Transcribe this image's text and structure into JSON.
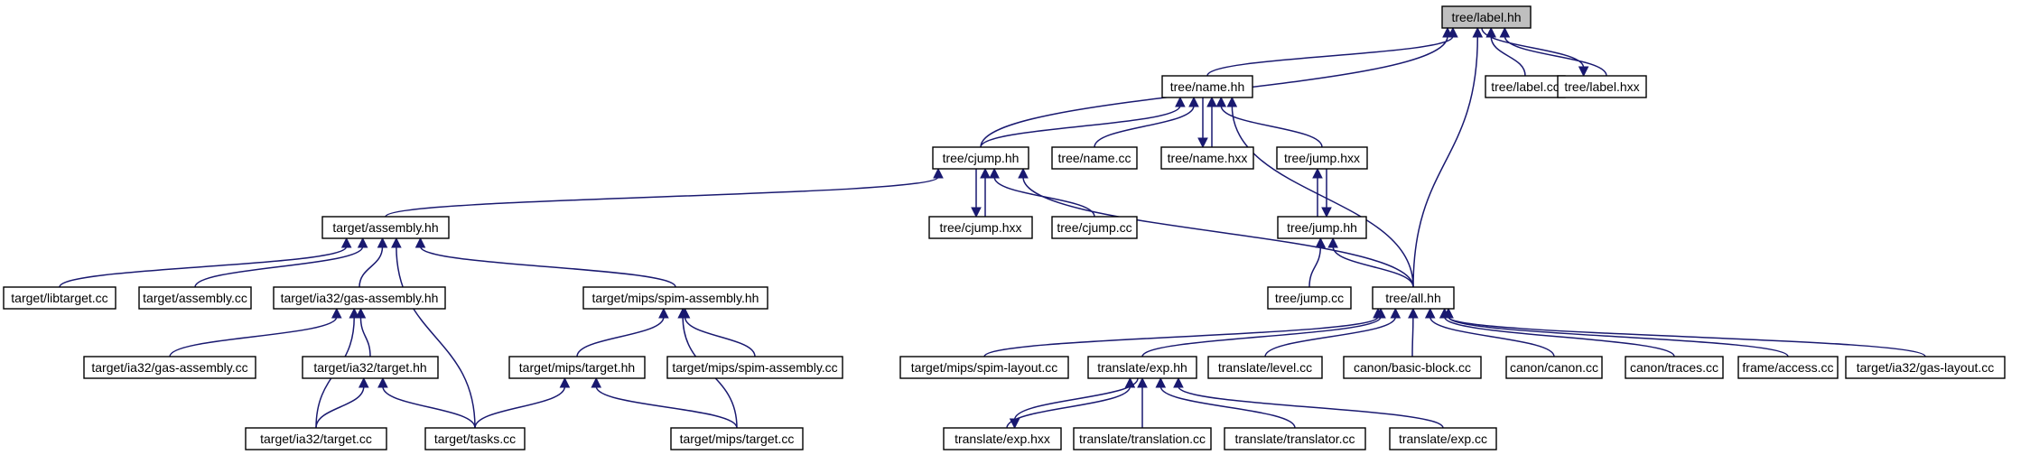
{
  "colors": {
    "edge": "#191970",
    "root_fill": "#bfbfbf",
    "node_fill": "#ffffff",
    "node_border": "#000000"
  },
  "nodes": [
    {
      "id": "label_hh",
      "label": "tree/label.hh",
      "root": true
    },
    {
      "id": "name_hh",
      "label": "tree/name.hh"
    },
    {
      "id": "label_cc",
      "label": "tree/label.cc"
    },
    {
      "id": "label_hxx",
      "label": "tree/label.hxx"
    },
    {
      "id": "cjump_hh",
      "label": "tree/cjump.hh"
    },
    {
      "id": "name_cc",
      "label": "tree/name.cc"
    },
    {
      "id": "name_hxx",
      "label": "tree/name.hxx"
    },
    {
      "id": "jump_hxx",
      "label": "tree/jump.hxx"
    },
    {
      "id": "assembly_hh",
      "label": "target/assembly.hh"
    },
    {
      "id": "cjump_hxx",
      "label": "tree/cjump.hxx"
    },
    {
      "id": "cjump_cc",
      "label": "tree/cjump.cc"
    },
    {
      "id": "jump_hh",
      "label": "tree/jump.hh"
    },
    {
      "id": "libtarget_cc",
      "label": "target/libtarget.cc"
    },
    {
      "id": "assembly_cc",
      "label": "target/assembly.cc"
    },
    {
      "id": "gas_assembly_hh",
      "label": "target/ia32/gas-assembly.hh"
    },
    {
      "id": "spim_assembly_hh",
      "label": "target/mips/spim-assembly.hh"
    },
    {
      "id": "jump_cc",
      "label": "tree/jump.cc"
    },
    {
      "id": "all_hh",
      "label": "tree/all.hh"
    },
    {
      "id": "gas_assembly_cc",
      "label": "target/ia32/gas-assembly.cc"
    },
    {
      "id": "ia32_target_hh",
      "label": "target/ia32/target.hh"
    },
    {
      "id": "mips_target_hh",
      "label": "target/mips/target.hh"
    },
    {
      "id": "spim_assembly_cc",
      "label": "target/mips/spim-assembly.cc"
    },
    {
      "id": "spim_layout_cc",
      "label": "target/mips/spim-layout.cc"
    },
    {
      "id": "exp_hh",
      "label": "translate/exp.hh"
    },
    {
      "id": "level_cc",
      "label": "translate/level.cc"
    },
    {
      "id": "basic_block_cc",
      "label": "canon/basic-block.cc"
    },
    {
      "id": "canon_cc",
      "label": "canon/canon.cc"
    },
    {
      "id": "traces_cc",
      "label": "canon/traces.cc"
    },
    {
      "id": "access_cc",
      "label": "frame/access.cc"
    },
    {
      "id": "gas_layout_cc",
      "label": "target/ia32/gas-layout.cc"
    },
    {
      "id": "ia32_target_cc",
      "label": "target/ia32/target.cc"
    },
    {
      "id": "tasks_cc",
      "label": "target/tasks.cc"
    },
    {
      "id": "mips_target_cc",
      "label": "target/mips/target.cc"
    },
    {
      "id": "exp_hxx",
      "label": "translate/exp.hxx"
    },
    {
      "id": "translation_cc",
      "label": "translate/translation.cc"
    },
    {
      "id": "translator_cc",
      "label": "translate/translator.cc"
    },
    {
      "id": "exp_cc",
      "label": "translate/exp.cc"
    }
  ],
  "edges": [
    [
      "name_hh",
      "label_hh"
    ],
    [
      "cjump_hh",
      "label_hh"
    ],
    [
      "label_cc",
      "label_hh"
    ],
    [
      "label_hxx",
      "label_hh"
    ],
    [
      "label_hh",
      "label_hxx"
    ],
    [
      "all_hh",
      "label_hh"
    ],
    [
      "cjump_hh",
      "name_hh"
    ],
    [
      "name_cc",
      "name_hh"
    ],
    [
      "name_hxx",
      "name_hh"
    ],
    [
      "name_hh",
      "name_hxx"
    ],
    [
      "jump_hxx",
      "name_hh"
    ],
    [
      "all_hh",
      "name_hh"
    ],
    [
      "cjump_hxx",
      "cjump_hh"
    ],
    [
      "cjump_hh",
      "cjump_hxx"
    ],
    [
      "cjump_cc",
      "cjump_hh"
    ],
    [
      "assembly_hh",
      "cjump_hh"
    ],
    [
      "all_hh",
      "cjump_hh"
    ],
    [
      "jump_hh",
      "jump_hxx"
    ],
    [
      "jump_hxx",
      "jump_hh"
    ],
    [
      "jump_cc",
      "jump_hh"
    ],
    [
      "all_hh",
      "jump_hh"
    ],
    [
      "libtarget_cc",
      "assembly_hh"
    ],
    [
      "assembly_cc",
      "assembly_hh"
    ],
    [
      "gas_assembly_hh",
      "assembly_hh"
    ],
    [
      "spim_assembly_hh",
      "assembly_hh"
    ],
    [
      "tasks_cc",
      "assembly_hh"
    ],
    [
      "gas_assembly_cc",
      "gas_assembly_hh"
    ],
    [
      "ia32_target_hh",
      "gas_assembly_hh"
    ],
    [
      "ia32_target_cc",
      "gas_assembly_hh"
    ],
    [
      "ia32_target_cc",
      "ia32_target_hh"
    ],
    [
      "tasks_cc",
      "ia32_target_hh"
    ],
    [
      "mips_target_hh",
      "spim_assembly_hh"
    ],
    [
      "spim_assembly_cc",
      "spim_assembly_hh"
    ],
    [
      "mips_target_cc",
      "spim_assembly_hh"
    ],
    [
      "tasks_cc",
      "mips_target_hh"
    ],
    [
      "mips_target_cc",
      "mips_target_hh"
    ],
    [
      "spim_layout_cc",
      "all_hh"
    ],
    [
      "exp_hh",
      "all_hh"
    ],
    [
      "level_cc",
      "all_hh"
    ],
    [
      "basic_block_cc",
      "all_hh"
    ],
    [
      "canon_cc",
      "all_hh"
    ],
    [
      "traces_cc",
      "all_hh"
    ],
    [
      "access_cc",
      "all_hh"
    ],
    [
      "gas_layout_cc",
      "all_hh"
    ],
    [
      "exp_hxx",
      "exp_hh"
    ],
    [
      "exp_hh",
      "exp_hxx"
    ],
    [
      "translation_cc",
      "exp_hh"
    ],
    [
      "translator_cc",
      "exp_hh"
    ],
    [
      "exp_cc",
      "exp_hh"
    ]
  ]
}
